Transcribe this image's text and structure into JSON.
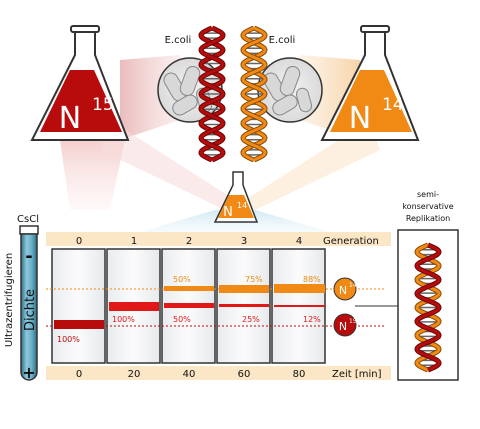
{
  "flasks": {
    "left": {
      "prefix": "N",
      "superscript": "15",
      "color": "#b80c0c"
    },
    "right": {
      "prefix": "N",
      "superscript": "14",
      "color": "#f08a14"
    },
    "center": {
      "prefix": "N",
      "superscript": "14",
      "color": "#f08a14"
    }
  },
  "cells": {
    "left_label": "E.coli",
    "right_label": "E.coli"
  },
  "tube": {
    "top_label": "CsCl",
    "side_label": "Ultrazentrifugieren",
    "minus": "-",
    "plus": "+",
    "density_label": "Dichte"
  },
  "generation": {
    "label": "Generation",
    "values": [
      "0",
      "1",
      "2",
      "3",
      "4"
    ]
  },
  "time": {
    "label": "Zeit [min]",
    "values": [
      "0",
      "20",
      "40",
      "60",
      "80"
    ]
  },
  "bands": {
    "heavy": {
      "label": "100%",
      "color": "#b80c0c"
    },
    "hybrid": {
      "label": "100%",
      "color": "#e01818"
    },
    "light_pct": [
      "50%",
      "75%",
      "88%"
    ],
    "hybrid_pct": [
      "50%",
      "25%",
      "12%"
    ],
    "light_color": "#f08a14"
  },
  "markers": {
    "n14": {
      "prefix": "N",
      "superscript": "14",
      "color": "#f08a14"
    },
    "n15": {
      "prefix": "N",
      "superscript": "15",
      "color": "#b80c0c"
    }
  },
  "replication_box": {
    "line1": "semi-",
    "line2": "konservative",
    "line3": "Replikation"
  }
}
